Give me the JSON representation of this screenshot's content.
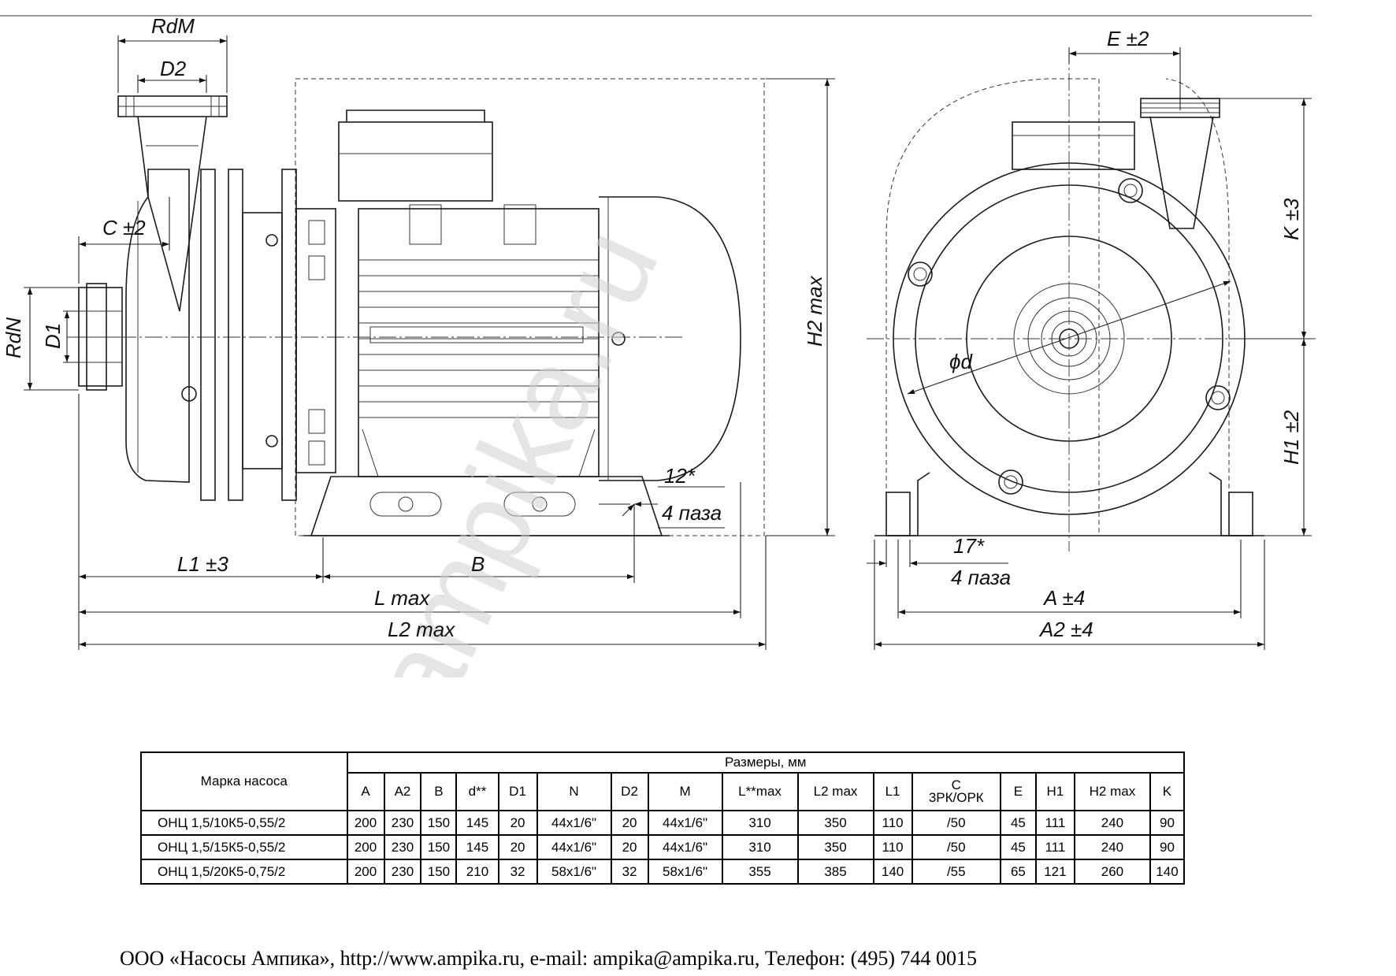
{
  "watermark": "ampika.ru",
  "dimension_labels": {
    "rdm": "RdM",
    "d2": "D2",
    "c": "C ±2",
    "rdn": "RdN",
    "d1": "D1",
    "l1": "L1 ±3",
    "b": "B",
    "lmax": "L max",
    "l2max": "L2 max",
    "h2max": "H2 max",
    "slot12": "12*",
    "slots4_left": "4 паза",
    "e": "E ±2",
    "k": "K ±3",
    "h1": "H1 ±2",
    "phid": "ϕd",
    "slot17": "17*",
    "slots4_right": "4 паза",
    "a": "A ±4",
    "a2": "A2 ±4"
  },
  "table": {
    "model_header": "Марка насоса",
    "group_header": "Размеры, мм",
    "columns": [
      "A",
      "A2",
      "B",
      "d**",
      "D1",
      "N",
      "D2",
      "M",
      "L**max",
      "L2 max",
      "L1",
      "C\n3РК/ОРК",
      "E",
      "H1",
      "H2 max",
      "K"
    ],
    "rows": [
      {
        "model": "ОНЦ  1,5/10К5-0,55/2",
        "values": [
          "200",
          "230",
          "150",
          "145",
          "20",
          "44x1/6\"",
          "20",
          "44x1/6\"",
          "310",
          "350",
          "110",
          "/50",
          "45",
          "111",
          "240",
          "90"
        ]
      },
      {
        "model": "ОНЦ  1,5/15К5-0,55/2",
        "values": [
          "200",
          "230",
          "150",
          "145",
          "20",
          "44x1/6\"",
          "20",
          "44x1/6\"",
          "310",
          "350",
          "110",
          "/50",
          "45",
          "111",
          "240",
          "90"
        ]
      },
      {
        "model": "ОНЦ  1,5/20К5-0,75/2",
        "values": [
          "200",
          "230",
          "150",
          "210",
          "32",
          "58x1/6\"",
          "32",
          "58x1/6\"",
          "355",
          "385",
          "140",
          "/55",
          "65",
          "121",
          "260",
          "140"
        ]
      }
    ]
  },
  "footer": "ООО «Насосы Ампика», http://www.ampika.ru, e-mail: ampika@ampika.ru, Телефон: (495) 744 0015"
}
